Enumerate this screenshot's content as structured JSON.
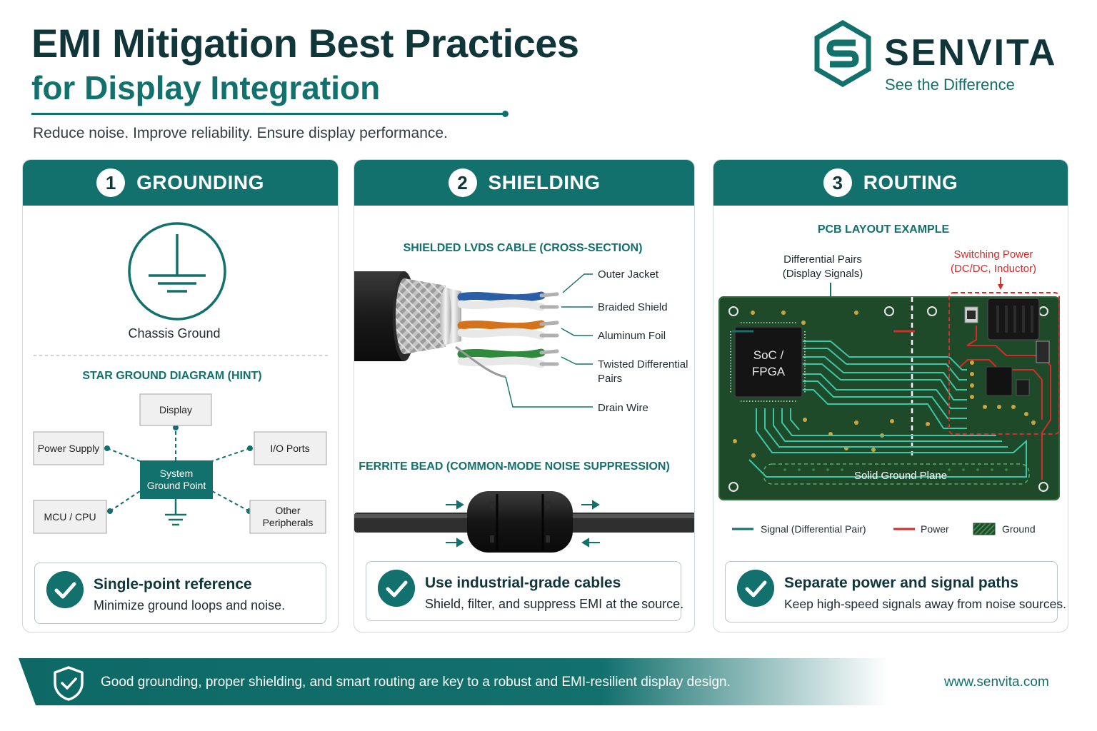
{
  "header": {
    "title_line1": "EMI Mitigation Best Practices",
    "title_line2": "for Display Integration",
    "subtitle": "Reduce noise. Improve reliability. Ensure display performance."
  },
  "brand": {
    "name": "SENVITA",
    "tagline": "See the Difference"
  },
  "colors": {
    "primary_teal": "#12706d",
    "dark_navy": "#10363a",
    "power_red": "#d42b2b",
    "pcb_green": "#1f4a2a"
  },
  "panels": [
    {
      "number": "1",
      "title": "GROUNDING",
      "icon": "chassis-ground-icon",
      "icon_label": "Chassis Ground",
      "section_title": "STAR GROUND DIAGRAM (HINT)",
      "center_node": [
        "System",
        "Ground Point"
      ],
      "nodes": {
        "top": "Display",
        "left_top": "Power Supply",
        "right_top": "I/O Ports",
        "left_bottom": "MCU / CPU",
        "right_bottom": [
          "Other",
          "Peripherals"
        ]
      },
      "callout": {
        "title": "Single-point reference",
        "text": "Minimize ground loops and noise."
      }
    },
    {
      "number": "2",
      "title": "SHIELDING",
      "section_title": "SHIELDED LVDS CABLE (CROSS-SECTION)",
      "cable_labels": {
        "outer_jacket": "Outer Jacket",
        "braided_shield": "Braided Shield",
        "aluminum_foil": "Aluminum Foil",
        "twisted_pairs": [
          "Twisted Differential",
          "Pairs"
        ],
        "drain_wire": "Drain Wire"
      },
      "ferrite_title": "FERRITE BEAD  (COMMON-MODE NOISE SUPPRESSION)",
      "callout": {
        "title": "Use industrial-grade cables",
        "text": "Shield, filter, and suppress EMI at the source."
      }
    },
    {
      "number": "3",
      "title": "ROUTING",
      "section_title": "PCB LAYOUT EXAMPLE",
      "labels": {
        "diff_pairs": [
          "Differential Pairs",
          "(Display Signals)"
        ],
        "switching_power": [
          "Switching Power",
          "(DC/DC, Inductor)"
        ],
        "chip": [
          "SoC /",
          "FPGA"
        ],
        "ground_plane": "Solid Ground Plane"
      },
      "legend": {
        "signal": "Signal (Differential Pair)",
        "power": "Power",
        "ground": "Ground"
      },
      "callout": {
        "title": "Separate power and signal paths",
        "text": "Keep high-speed signals away from noise sources."
      }
    }
  ],
  "footer": {
    "icon": "shield-check-icon",
    "text": "Good grounding, proper shielding, and smart routing are key to a robust and EMI-resilient display design.",
    "url": "www.senvita.com"
  }
}
